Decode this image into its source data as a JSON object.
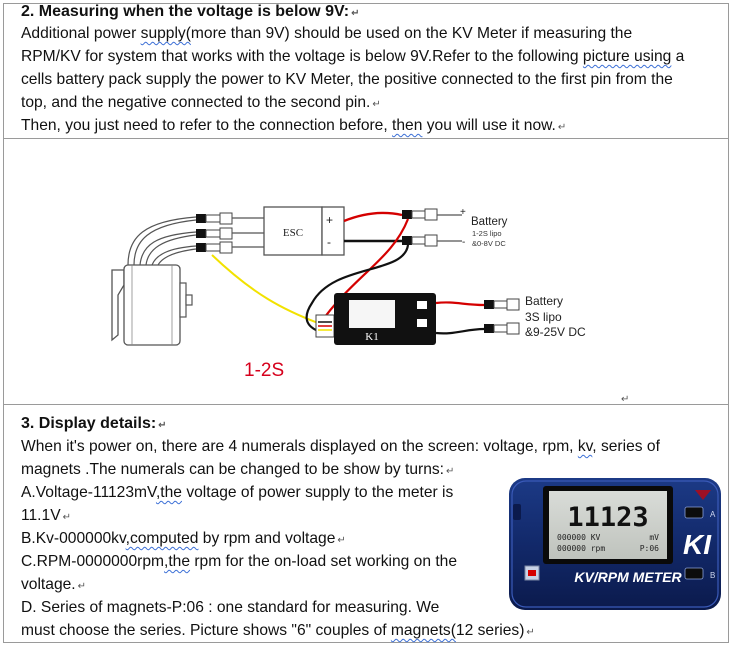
{
  "section2": {
    "heading": "2.  Measuring when the voltage is below 9V:",
    "l1_a": "Additional power ",
    "l1_sq": "supply(",
    "l1_b": "more than 9V) should be used on the KV Meter if measuring the",
    "l2_a": "RPM/KV for system that works with the voltage is below 9V.Refer to the following ",
    "l2_sq": "picture using",
    "l2_b": " a",
    "l3": "cells battery pack supply the power to KV Meter, the positive connected to the first pin from the",
    "l4": "top, and the negative connected to the second pin.",
    "l5_a": "Then, you just need to refer to the connection before, ",
    "l5_sq": "then",
    "l5_b": " you will use it now."
  },
  "diagram": {
    "esc_label": "ESC",
    "plus": "+",
    "minus": "-",
    "battery1_label": "Battery",
    "battery1_line2": "1-2S lipo",
    "battery1_line3": "&0-8V DC",
    "battery2_label": "Battery",
    "battery2_line2": "3S lipo",
    "battery2_line3": "&9-25V DC",
    "meter_label": "K1",
    "cells_label": "1-2S",
    "colors": {
      "cells_label": "#d6001c",
      "wire_red": "#d40000",
      "wire_black": "#111111",
      "signal_yellow": "#f2e200"
    }
  },
  "section3": {
    "heading": "3.  Display details:",
    "l1_a": "When it's power on, there are 4 numerals displayed on the screen: voltage, rpm, ",
    "l1_sq": "kv",
    "l1_b": ", series of",
    "l2": "magnets .The numerals can be changed to be show by turns:",
    "a_a": "A.Voltage-11123mV",
    "a_sq": ",the",
    "a_b": " voltage of power supply to the meter is",
    "a2": "11.1V",
    "b_a": "B.Kv-000000kv",
    "b_sq": ",computed",
    "b_b": " by rpm and voltage",
    "c_a": "C.RPM-0000000rpm",
    "c_sq": ",the",
    "c_b": " rpm for the on-load set working on the",
    "c2": "voltage.",
    "d1": "D. Series of magnets-P:06 : one standard for measuring. We",
    "d2_a": "must choose the series.  Picture shows \"6\" couples of ",
    "d2_sq": "magnets(",
    "d2_b": "12 series)"
  },
  "device": {
    "reading": "11123",
    "line1_left": "000000 KV",
    "line1_right": "mV",
    "line2_left": "000000 rpm",
    "line2_right": "P:06",
    "logo": "KI",
    "name": "KV/RPM METER",
    "btn_a": "A",
    "btn_b": "B"
  }
}
